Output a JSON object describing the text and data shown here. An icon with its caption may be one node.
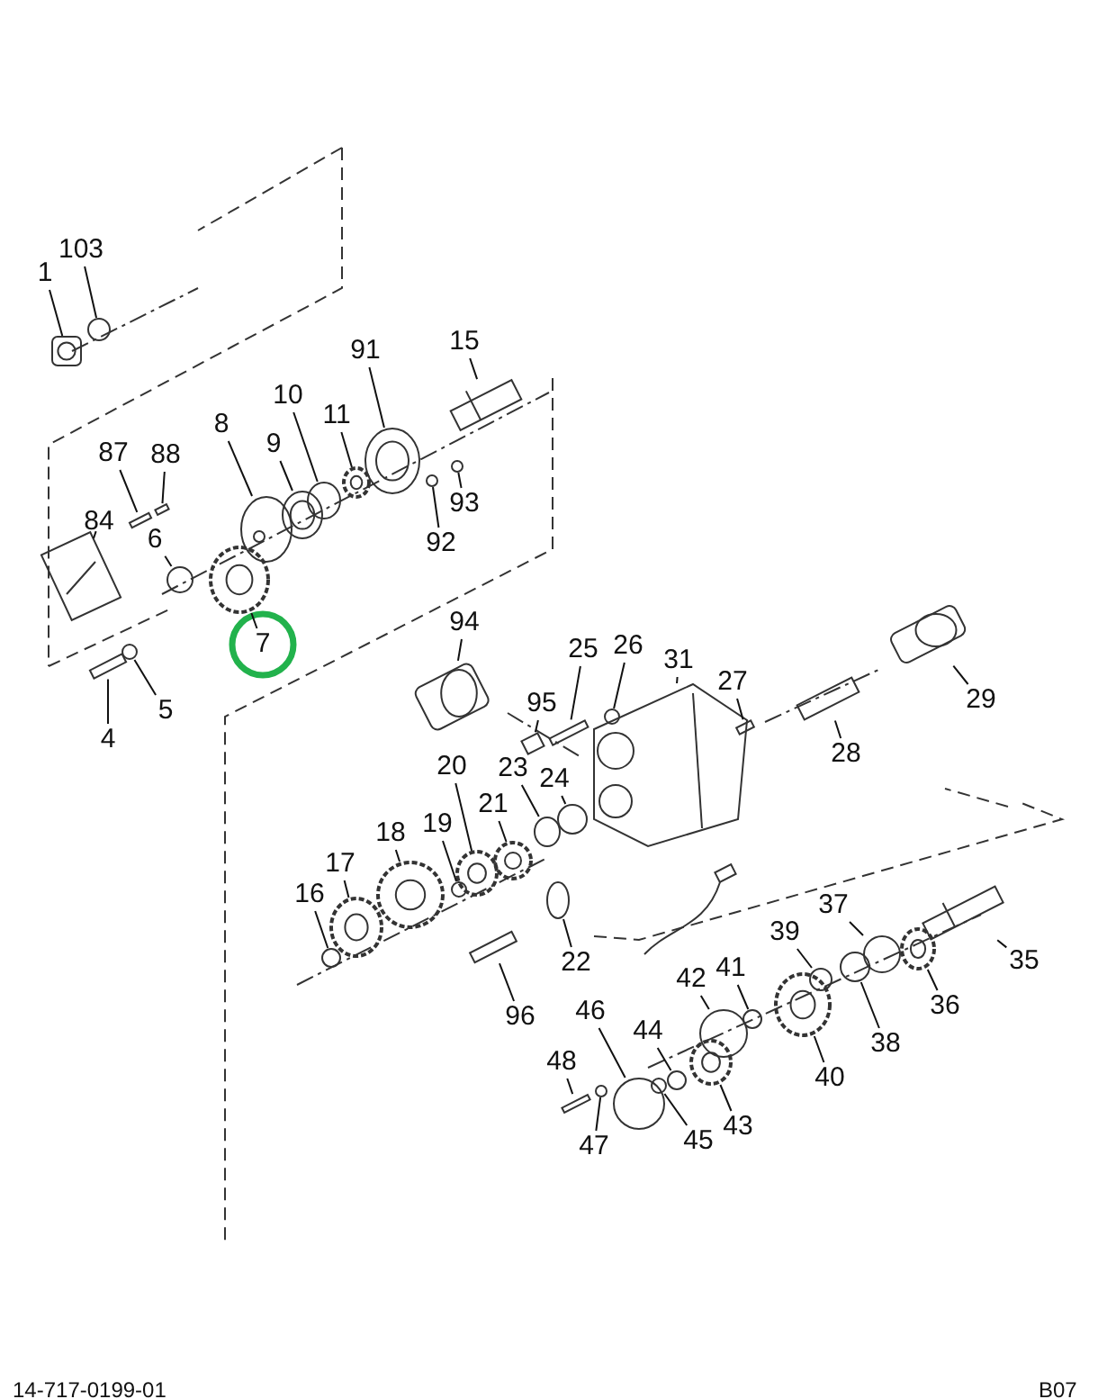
{
  "diagram": {
    "nodes": [
      {
        "text": [
          "103"
        ]
      },
      {
        "text": [
          "1"
        ]
      },
      {
        "text": [
          "15"
        ]
      },
      {
        "text": [
          "91"
        ]
      },
      {
        "text": [
          "10"
        ]
      },
      {
        "text": [
          "11"
        ]
      },
      {
        "text": [
          "8"
        ]
      },
      {
        "text": [
          "9"
        ]
      },
      {
        "text": [
          "87"
        ]
      },
      {
        "text": [
          "88"
        ]
      },
      {
        "text": [
          "93"
        ]
      },
      {
        "text": [
          "84"
        ]
      },
      {
        "text": [
          "6"
        ]
      },
      {
        "text": [
          "92"
        ]
      },
      {
        "text": [
          "94"
        ]
      },
      {
        "text": [
          "7"
        ]
      },
      {
        "text": [
          "26"
        ]
      },
      {
        "text": [
          "25"
        ]
      },
      {
        "text": [
          "31"
        ]
      },
      {
        "text": [
          "27"
        ]
      },
      {
        "text": [
          "29"
        ]
      },
      {
        "text": [
          "95"
        ]
      },
      {
        "text": [
          "5"
        ]
      },
      {
        "text": [
          "4"
        ]
      },
      {
        "text": [
          "28"
        ]
      },
      {
        "text": [
          "20"
        ]
      },
      {
        "text": [
          "23"
        ]
      },
      {
        "text": [
          "24"
        ]
      },
      {
        "text": [
          "21"
        ]
      },
      {
        "text": [
          "19"
        ]
      },
      {
        "text": [
          "18"
        ]
      },
      {
        "text": [
          "17"
        ]
      },
      {
        "text": [
          "16"
        ]
      },
      {
        "text": [
          "37"
        ]
      },
      {
        "text": [
          "39"
        ]
      },
      {
        "text": [
          "35"
        ]
      },
      {
        "text": [
          "22"
        ]
      },
      {
        "text": [
          "42"
        ]
      },
      {
        "text": [
          "41"
        ]
      },
      {
        "text": [
          "36"
        ]
      },
      {
        "text": [
          "46"
        ]
      },
      {
        "text": [
          "96"
        ]
      },
      {
        "text": [
          "44"
        ]
      },
      {
        "text": [
          "38"
        ]
      },
      {
        "text": [
          "48"
        ]
      },
      {
        "text": [
          "40"
        ]
      },
      {
        "text": [
          "43"
        ]
      },
      {
        "text": [
          "45"
        ]
      },
      {
        "text": [
          "47"
        ]
      },
      {
        "text": [],
        "shape": "circle"
      },
      {
        "text": [],
        "shape": "picture"
      },
      {
        "text": [],
        "shape": "picture"
      },
      {
        "text": [],
        "shape": "picture"
      },
      {
        "text": [],
        "shape": "circle"
      },
      {
        "text": [],
        "shape": "picture"
      },
      {
        "text": [],
        "shape": "picture"
      },
      {
        "text": [],
        "shape": "picture"
      },
      {
        "text": [],
        "shape": "box"
      },
      {
        "text": [],
        "shape": "box"
      },
      {
        "text": [],
        "shape": "circle"
      },
      {
        "text": [],
        "shape": "picture"
      },
      {
        "text": [],
        "shape": "circle"
      },
      {
        "text": [],
        "shape": "circle"
      },
      {
        "text": [],
        "shape": "picture"
      },
      {
        "text": [],
        "shape": "picture"
      },
      {
        "text": [],
        "shape": "circle"
      },
      {
        "text": [],
        "shape": "box"
      },
      {
        "text": [],
        "shape": "picture"
      },
      {
        "text": [],
        "shape": "box"
      },
      {
        "text": [],
        "shape": "picture"
      },
      {
        "text": [],
        "shape": "box"
      },
      {
        "text": [],
        "shape": "circle"
      },
      {
        "text": [],
        "shape": "box"
      },
      {
        "text": [],
        "shape": "box"
      },
      {
        "text": [],
        "shape": "picture"
      },
      {
        "text": [],
        "shape": "circle"
      },
      {
        "text": [],
        "shape": "circle"
      },
      {
        "text": [],
        "shape": "picture"
      },
      {
        "text": [],
        "shape": "circle"
      },
      {
        "text": [],
        "shape": "picture"
      },
      {
        "text": [],
        "shape": "picture"
      },
      {
        "text": [],
        "shape": "circle"
      },
      {
        "text": [],
        "shape": "circle"
      },
      {
        "text": [],
        "shape": "circle"
      },
      {
        "text": [],
        "shape": "picture"
      },
      {
        "text": [],
        "shape": "circle"
      },
      {
        "text": [],
        "shape": "circle"
      },
      {
        "text": [],
        "shape": "circle"
      },
      {
        "text": [],
        "shape": "picture"
      },
      {
        "text": [],
        "shape": "circle"
      },
      {
        "text": [],
        "shape": "box"
      },
      {
        "text": [],
        "shape": "circle"
      },
      {
        "text": [],
        "shape": "circle"
      },
      {
        "text": [],
        "shape": "box"
      },
      {
        "text": [],
        "shape": "picture"
      },
      {
        "text": [],
        "shape": "picture"
      },
      {
        "text": [],
        "shape": "circle"
      },
      {
        "text": [],
        "shape": "circle"
      }
    ],
    "edges": [
      {
        "from": 0,
        "to": 49,
        "arrow": "none"
      },
      {
        "from": 1,
        "to": 50,
        "arrow": "none"
      },
      {
        "from": 2,
        "to": 51,
        "arrow": "none"
      },
      {
        "from": 3,
        "to": 52,
        "arrow": "none"
      },
      {
        "from": 4,
        "to": 53,
        "arrow": "none"
      },
      {
        "from": 5,
        "to": 54,
        "arrow": "none"
      },
      {
        "from": 6,
        "to": 55,
        "arrow": "none"
      },
      {
        "from": 7,
        "to": 56,
        "arrow": "none"
      },
      {
        "from": 8,
        "to": 57,
        "arrow": "none"
      },
      {
        "from": 9,
        "to": 58,
        "arrow": "none"
      },
      {
        "from": 10,
        "to": 59,
        "arrow": "none"
      },
      {
        "from": 11,
        "to": 60,
        "arrow": "none"
      },
      {
        "from": 12,
        "to": 61,
        "arrow": "none"
      },
      {
        "from": 13,
        "to": 62,
        "arrow": "none"
      },
      {
        "from": 14,
        "to": 63,
        "arrow": "none"
      },
      {
        "from": 15,
        "to": 64,
        "arrow": "none"
      },
      {
        "from": 16,
        "to": 65,
        "arrow": "none"
      },
      {
        "from": 17,
        "to": 66,
        "arrow": "none"
      },
      {
        "from": 18,
        "to": 67,
        "arrow": "none"
      },
      {
        "from": 19,
        "to": 68,
        "arrow": "none"
      },
      {
        "from": 20,
        "to": 69,
        "arrow": "none"
      },
      {
        "from": 21,
        "to": 70,
        "arrow": "none"
      },
      {
        "from": 22,
        "to": 71,
        "arrow": "none"
      },
      {
        "from": 23,
        "to": 72,
        "arrow": "none"
      },
      {
        "from": 24,
        "to": 73,
        "arrow": "none"
      },
      {
        "from": 25,
        "to": 74,
        "arrow": "none"
      },
      {
        "from": 26,
        "to": 75,
        "arrow": "none"
      },
      {
        "from": 27,
        "to": 76,
        "arrow": "none"
      },
      {
        "from": 28,
        "to": 77,
        "arrow": "none"
      },
      {
        "from": 29,
        "to": 78,
        "arrow": "none"
      },
      {
        "from": 30,
        "to": 79,
        "arrow": "none"
      },
      {
        "from": 31,
        "to": 80,
        "arrow": "none"
      },
      {
        "from": 32,
        "to": 81,
        "arrow": "none"
      },
      {
        "from": 33,
        "to": 82,
        "arrow": "none"
      },
      {
        "from": 34,
        "to": 83,
        "arrow": "none"
      },
      {
        "from": 35,
        "to": 84,
        "arrow": "none"
      },
      {
        "from": 36,
        "to": 85,
        "arrow": "none"
      },
      {
        "from": 37,
        "to": 86,
        "arrow": "none"
      },
      {
        "from": 38,
        "to": 87,
        "arrow": "none"
      },
      {
        "from": 39,
        "to": 88,
        "arrow": "none"
      },
      {
        "from": 40,
        "to": 89,
        "arrow": "none"
      },
      {
        "from": 41,
        "to": 90,
        "arrow": "none"
      },
      {
        "from": 42,
        "to": 91,
        "arrow": "none"
      },
      {
        "from": 43,
        "to": 92,
        "arrow": "none"
      },
      {
        "from": 44,
        "to": 93,
        "arrow": "none"
      },
      {
        "from": 45,
        "to": 94,
        "arrow": "none"
      },
      {
        "from": 46,
        "to": 95,
        "arrow": "none"
      },
      {
        "from": 47,
        "to": 96,
        "arrow": "none"
      },
      {
        "from": 48,
        "to": 97,
        "arrow": "none"
      }
    ],
    "labels": [
      "14-717-0199-01",
      "B07"
    ]
  }
}
